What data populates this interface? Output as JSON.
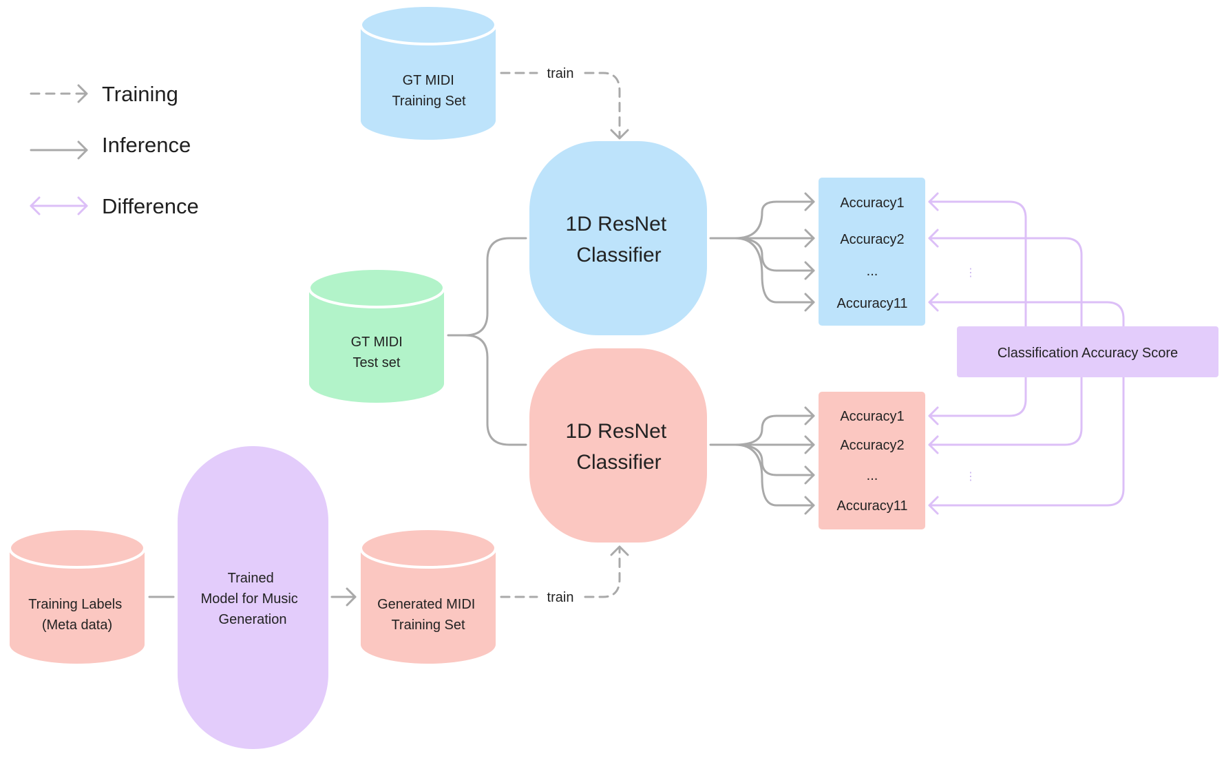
{
  "colors": {
    "blue_fill": "#bde3fb",
    "green_fill": "#b2f3c9",
    "red_fill": "#fbc7c1",
    "purple_fill": "#e3ccfb",
    "gray_line": "#a9a9a9",
    "purple_line": "#dcbff7"
  },
  "legend": {
    "training": "Training",
    "inference": "Inference",
    "difference": "Difference"
  },
  "gt_training": {
    "line1": "GT MIDI",
    "line2": "Training Set"
  },
  "gt_test": {
    "line1": "GT MIDI",
    "line2": "Test set"
  },
  "training_labels": {
    "line1": "Training Labels",
    "line2": "(Meta data)"
  },
  "trained_model": {
    "line1": "Trained",
    "line2": "Model for Music",
    "line3": "Generation"
  },
  "generated": {
    "line1": "Generated MIDI",
    "line2": "Training Set"
  },
  "classifier_top": {
    "line1": "1D ResNet",
    "line2": "Classifier"
  },
  "classifier_bottom": {
    "line1": "1D ResNet",
    "line2": "Classifier"
  },
  "train_label_top": "train",
  "train_label_bottom": "train",
  "acc_top": [
    "Accuracy1",
    "Accuracy2",
    "...",
    "Accuracy11"
  ],
  "acc_bottom": [
    "Accuracy1",
    "Accuracy2",
    "...",
    "Accuracy11"
  ],
  "vdots": "⋮",
  "cas": "Classification Accuracy Score"
}
